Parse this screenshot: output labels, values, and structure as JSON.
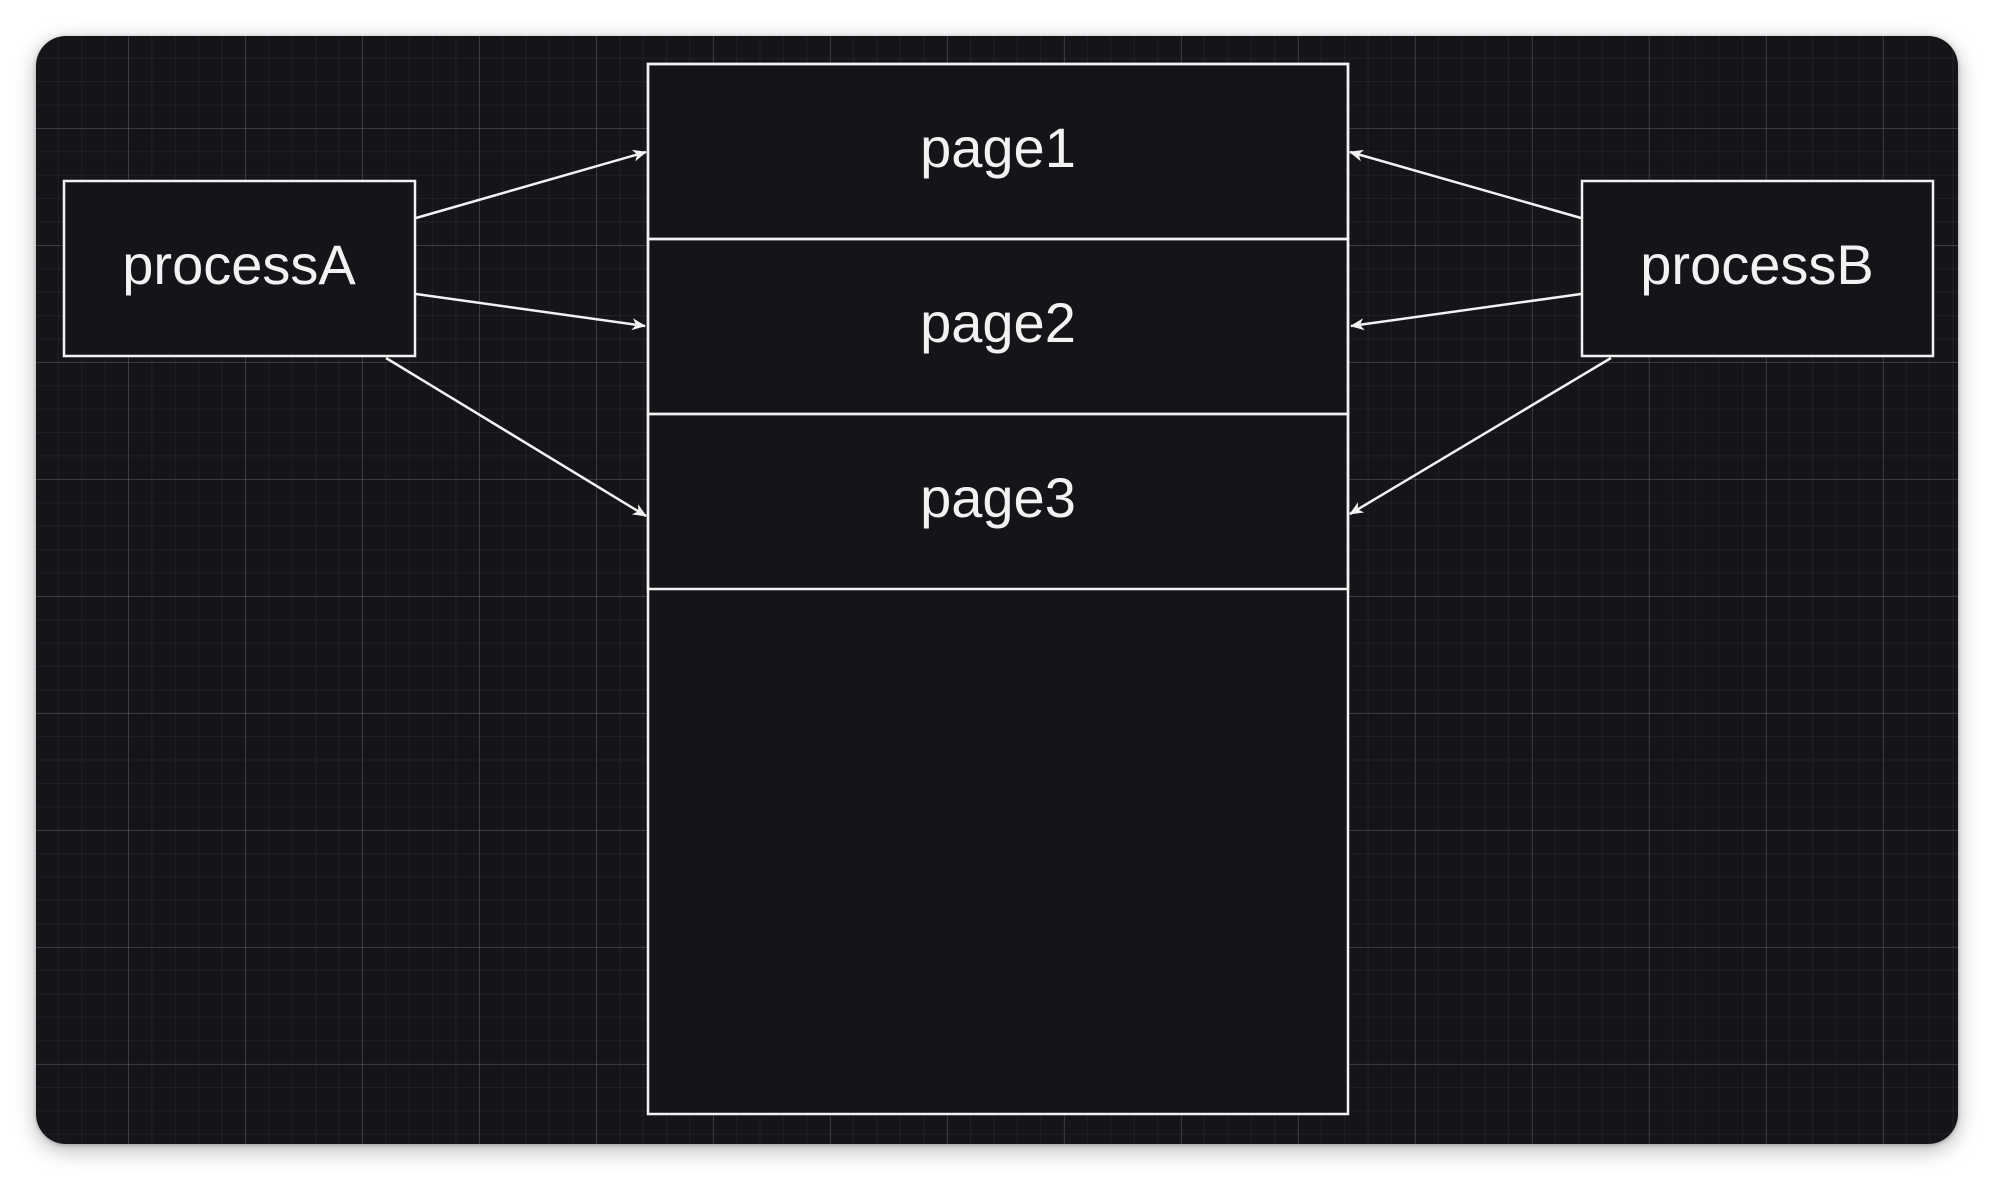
{
  "nodes": {
    "process_a": {
      "label": "processA"
    },
    "process_b": {
      "label": "processB"
    },
    "memory": {
      "pages": [
        {
          "label": "page1"
        },
        {
          "label": "page2"
        },
        {
          "label": "page3"
        }
      ]
    }
  },
  "edges": [
    {
      "from": "processA",
      "to": "page1"
    },
    {
      "from": "processA",
      "to": "page2"
    },
    {
      "from": "processA",
      "to": "page3"
    },
    {
      "from": "processB",
      "to": "page1"
    },
    {
      "from": "processB",
      "to": "page2"
    },
    {
      "from": "processB",
      "to": "page3"
    }
  ],
  "colors": {
    "canvas_background": "#151419",
    "stroke": "#f2f2f2",
    "text": "#f2f2f2"
  }
}
